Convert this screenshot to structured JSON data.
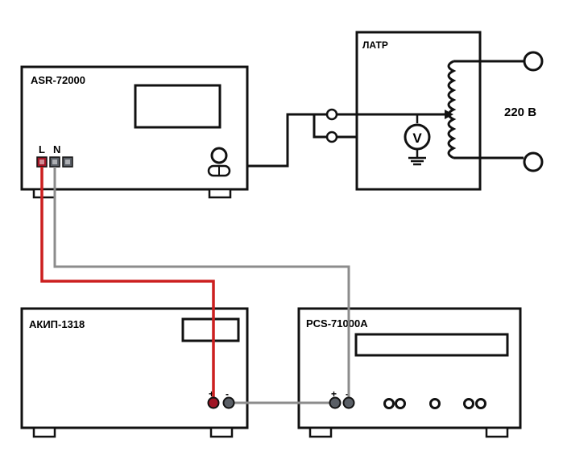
{
  "devices": {
    "asr": {
      "label": "ASR-72000"
    },
    "latr": {
      "label": "ЛАТР"
    },
    "akip": {
      "label": "АКИП-1318"
    },
    "pcs": {
      "label": "PCS-71000A"
    }
  },
  "terminals": {
    "l_label": "L",
    "n_label": "N",
    "akip_plus": "+",
    "akip_minus": "-",
    "pcs_plus": "+",
    "pcs_minus": "-"
  },
  "supply": {
    "voltage_label": "220 В"
  },
  "meter": {
    "symbol": "V"
  },
  "colors": {
    "line": "#111111",
    "red_wire": "#cc1f1f",
    "gray_wire": "#8c8c8c",
    "terminal_red": "#a01525",
    "terminal_gray": "#5a5f66"
  }
}
